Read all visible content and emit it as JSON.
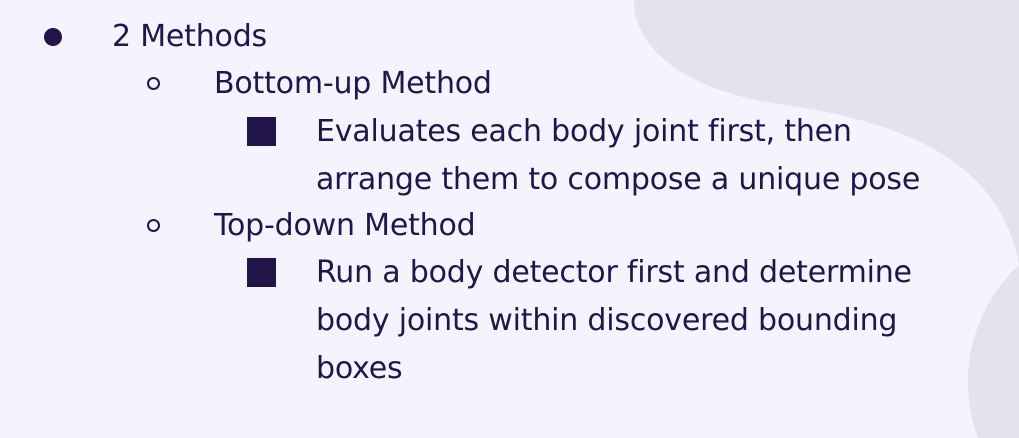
{
  "colors": {
    "background": "#f5f3fd",
    "background_shape": "#e5e2f0",
    "text": "#21154a"
  },
  "icons": {
    "level1": "filled-circle-bullet",
    "level2": "hollow-circle-bullet",
    "level3": "filled-square-bullet"
  },
  "outline": {
    "heading": "2 Methods",
    "methods": [
      {
        "name": "Bottom-up Method",
        "description_lines": [
          "Evaluates each body joint first, then",
          "arrange them to compose a unique pose"
        ]
      },
      {
        "name": "Top-down Method",
        "description_lines": [
          "Run a body detector first and determine",
          "body joints within discovered bounding",
          "boxes"
        ]
      }
    ]
  }
}
